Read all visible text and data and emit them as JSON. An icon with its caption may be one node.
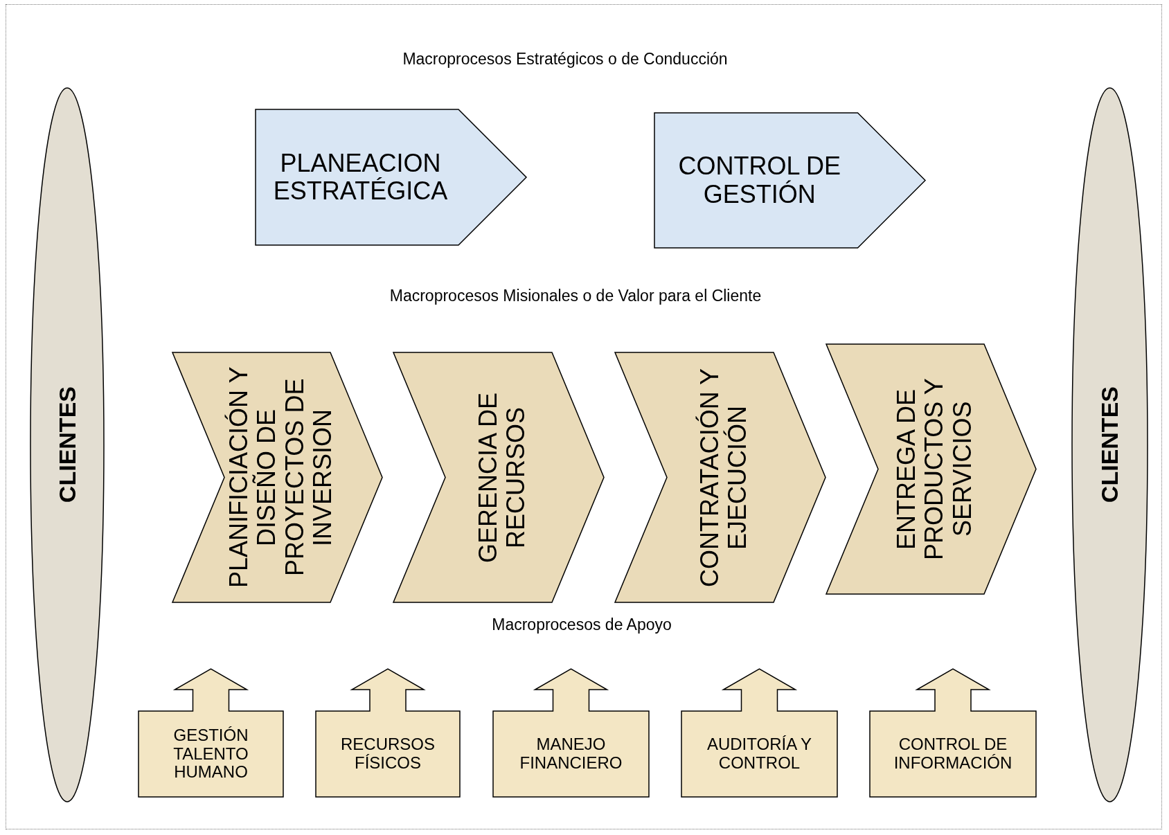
{
  "diagram": {
    "nodes": [
      {
        "text": [
          "CLIENTES"
        ]
      },
      {
        "text": [
          "PLANEACION ESTRATÉGICA"
        ]
      },
      {
        "text": [
          "CONTROL DE GESTIÓN"
        ]
      },
      {
        "text": [
          "PLANIFICIACIÓN Y DISEÑO DE PROYECTOS DE INVERSION"
        ]
      },
      {
        "text": [
          "GERENCIA DE RECURSOS"
        ]
      },
      {
        "text": [
          "CONTRATACIÓN Y EJECUCIÓN"
        ]
      },
      {
        "text": [
          "ENTREGA DE PRODUCTOS Y SERVICIOS"
        ]
      },
      {
        "text": [
          "GESTIÓN TALENTO HUMANO"
        ]
      },
      {
        "text": [
          "RECURSOS FÍSICOS"
        ]
      },
      {
        "text": [
          "MANEJO FINANCIERO"
        ]
      },
      {
        "text": [
          "AUDITORÍA Y CONTROL"
        ]
      },
      {
        "text": [
          "CONTROL DE INFORMACIÓN"
        ]
      },
      {
        "text": [
          "CLIENTES"
        ]
      }
    ],
    "labels": [
      "Macroprocesos Estratégicos o de Conducción",
      "Macroprocesos Misionales o de Valor para el Cliente",
      "Macroprocesos de Apoyo"
    ]
  }
}
